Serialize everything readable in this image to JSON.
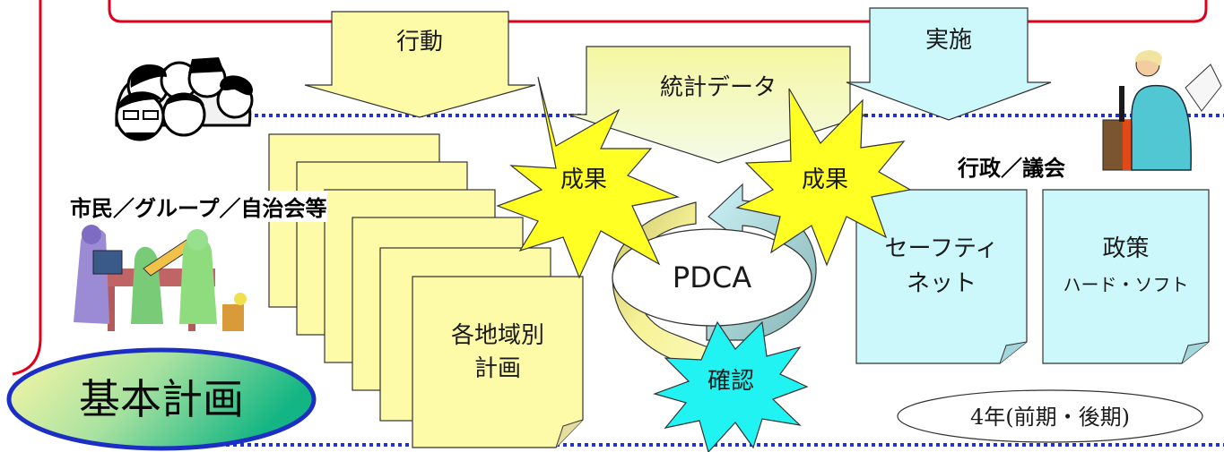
{
  "arrows": {
    "action": "行動",
    "statistics": "統計データ",
    "implementation": "実施"
  },
  "bursts": {
    "result_left": "成果",
    "result_right": "成果",
    "confirm": "確認"
  },
  "cycle": {
    "label": "PDCA"
  },
  "citizens": {
    "label": "市民／グループ／自治会等"
  },
  "government": {
    "label": "行政／議会"
  },
  "regional_plan": {
    "line1": "各地域別",
    "line2": "計画"
  },
  "safety_net": {
    "line1": "セーフティ",
    "line2": "ネット"
  },
  "policy": {
    "line1": "政策",
    "line2": "ハード・ソフト"
  },
  "term": {
    "label": "4年(前期・後期)"
  },
  "basic_plan": {
    "label": "基本計画"
  },
  "colors": {
    "red_border": "#e0001b",
    "dotted_line": "#2233cc",
    "note_yellow": "#fdfaa8",
    "panel_cyan": "#ccf7fb",
    "burst_yellow": "#ffff24",
    "burst_cyan": "#21f2f2"
  }
}
